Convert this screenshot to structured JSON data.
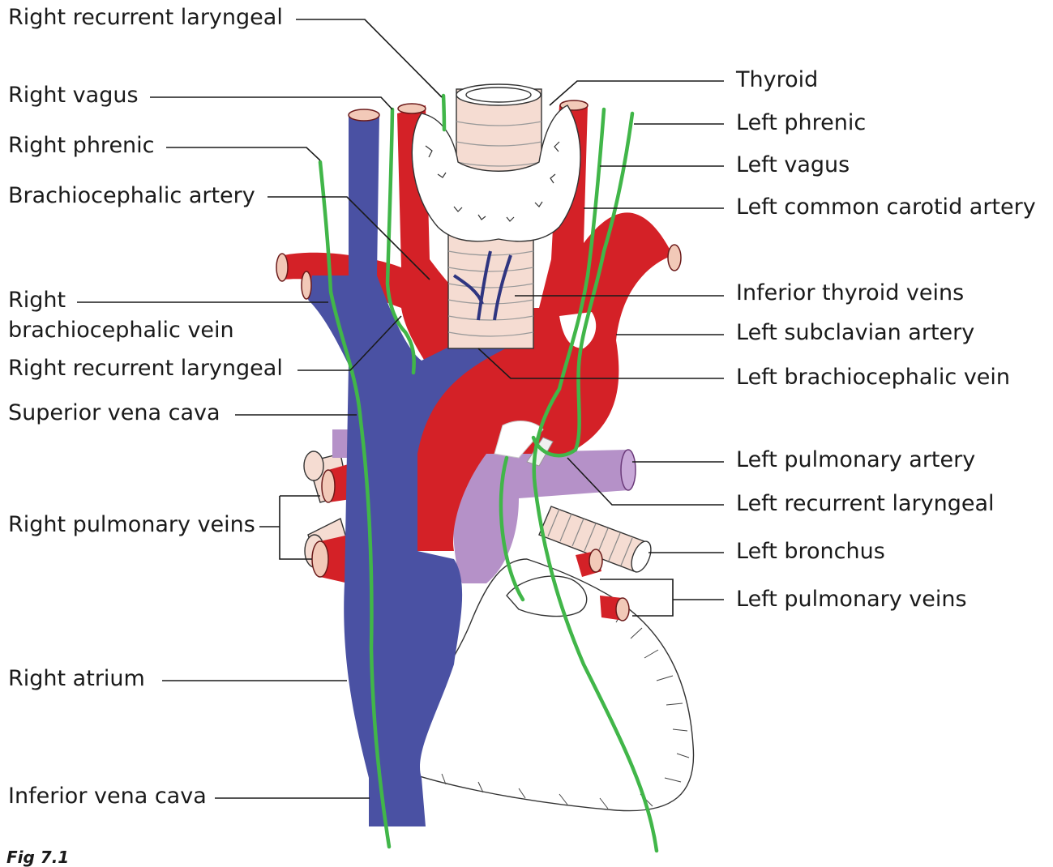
{
  "labels": {
    "right_recurrent_laryngeal_top": "Right recurrent laryngeal",
    "right_vagus": "Right vagus",
    "right_phrenic": "Right phrenic",
    "brachiocephalic_artery": "Brachiocephalic artery",
    "right_brachiocephalic_vein_1": "Right",
    "right_brachiocephalic_vein_2": "brachiocephalic vein",
    "right_recurrent_laryngeal_lower": "Right recurrent laryngeal",
    "superior_vena_cava": "Superior  vena cava",
    "right_pulmonary_veins": "Right pulmonary veins",
    "right_atrium": "Right atrium",
    "inferior_vena_cava": "Inferior vena cava",
    "thyroid": "Thyroid",
    "left_phrenic": "Left phrenic",
    "left_vagus": "Left vagus",
    "left_common_carotid_artery": "Left common carotid artery",
    "inferior_thyroid_veins": "Inferior thyroid veins",
    "left_subclavian_artery": "Left subclavian artery",
    "left_brachiocephalic_vein": "Left brachiocephalic vein",
    "left_pulmonary_artery": "Left pulmonary artery",
    "left_recurrent_laryngeal": "Left recurrent laryngeal",
    "left_bronchus": "Left bronchus",
    "left_pulmonary_veins": "Left pulmonary veins"
  },
  "figure_caption": "Fig 7.1",
  "colors": {
    "vein": "#4a51a3",
    "artery": "#d42127",
    "pulmonary_artery": "#b591c8",
    "nerve": "#41b649",
    "vessel_lumen": "#f2c9b8"
  }
}
